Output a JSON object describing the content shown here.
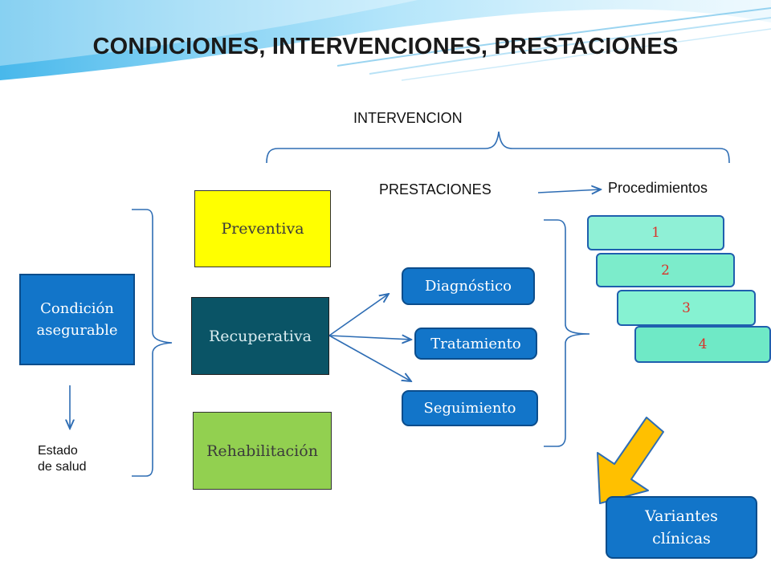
{
  "title": "CONDICIONES, INTERVENCIONES, PRESTACIONES",
  "labels": {
    "intervencion": "INTERVENCION",
    "prestaciones": "PRESTACIONES",
    "procedimientos": "Procedimientos",
    "estado_line1": "Estado",
    "estado_line2": "de salud"
  },
  "boxes": {
    "condicion_line1": "Condición",
    "condicion_line2": "asegurable",
    "preventiva": "Preventiva",
    "recuperativa": "Recuperativa",
    "rehabilitacion": "Rehabilitación",
    "diagnostico": "Diagnóstico",
    "tratamiento": "Tratamiento",
    "seguimiento": "Seguimiento",
    "variantes_line1": "Variantes",
    "variantes_line2": "clínicas"
  },
  "procedimientos": [
    "1",
    "2",
    "3",
    "4"
  ],
  "colors": {
    "preventiva": "#ffff00",
    "recuperativa": "#0a5466",
    "rehabilitacion": "#92d050",
    "blue_box": "#1275c9",
    "procedure_fill": "#86f2d2",
    "procedure_text": "#d9342b",
    "connector": "#2e6db4",
    "arrow_fill": "#ffc000"
  }
}
